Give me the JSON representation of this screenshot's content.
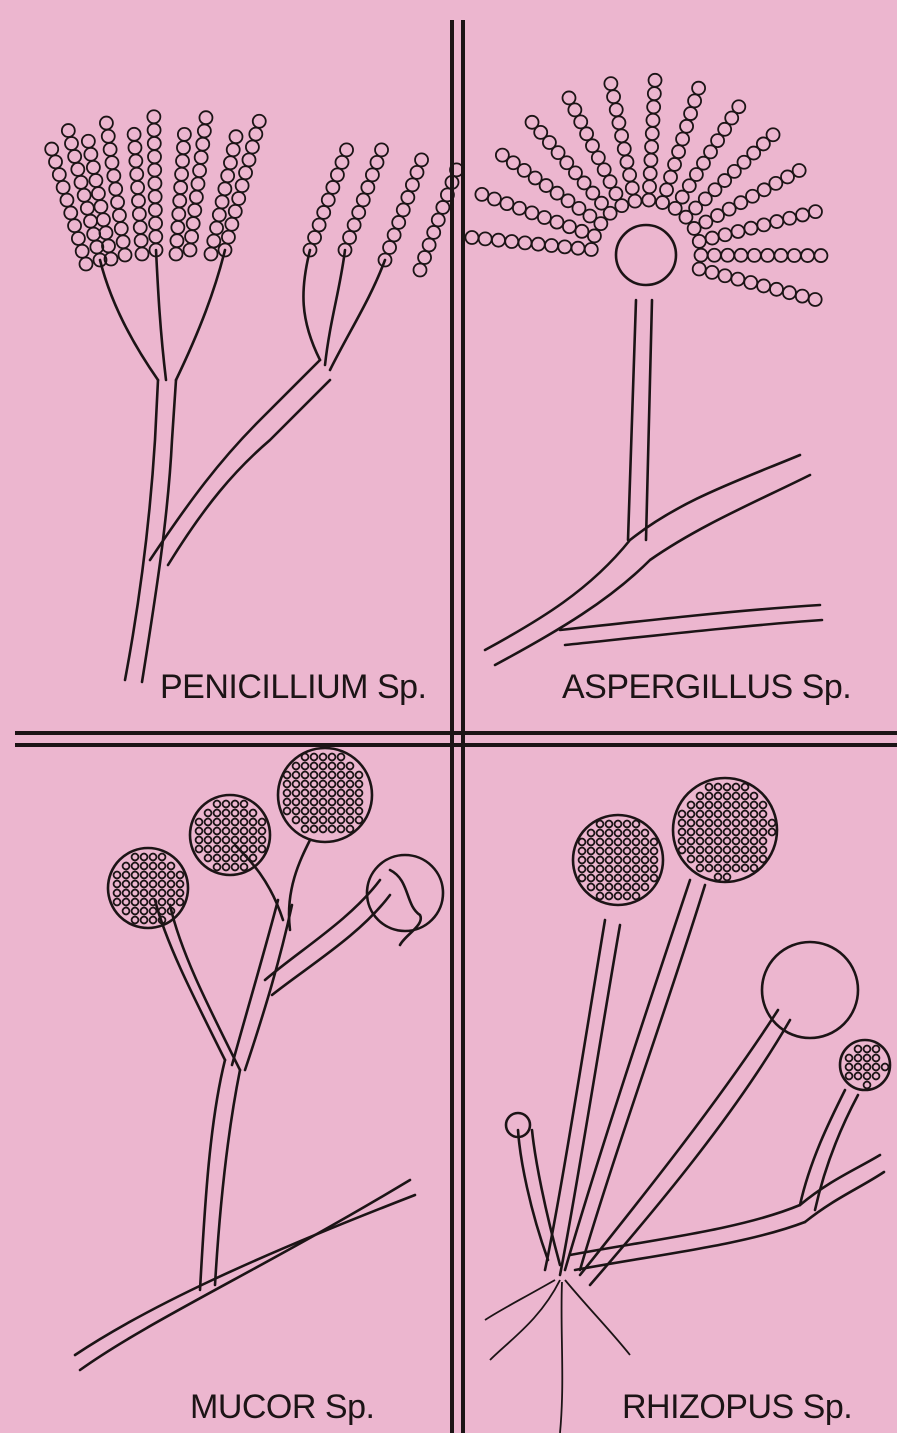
{
  "panels": {
    "penicillium": {
      "name": "PENICILLIUM",
      "suffix": "Sp."
    },
    "aspergillus": {
      "name": "ASPERGILLUS",
      "suffix": "Sp."
    },
    "mucor": {
      "name": "MUCOR",
      "suffix": "Sp."
    },
    "rhizopus": {
      "name": "RHIZOPUS",
      "suffix": "Sp."
    }
  },
  "colors": {
    "background": "#ecb6cf",
    "ink": "#1c1416"
  }
}
